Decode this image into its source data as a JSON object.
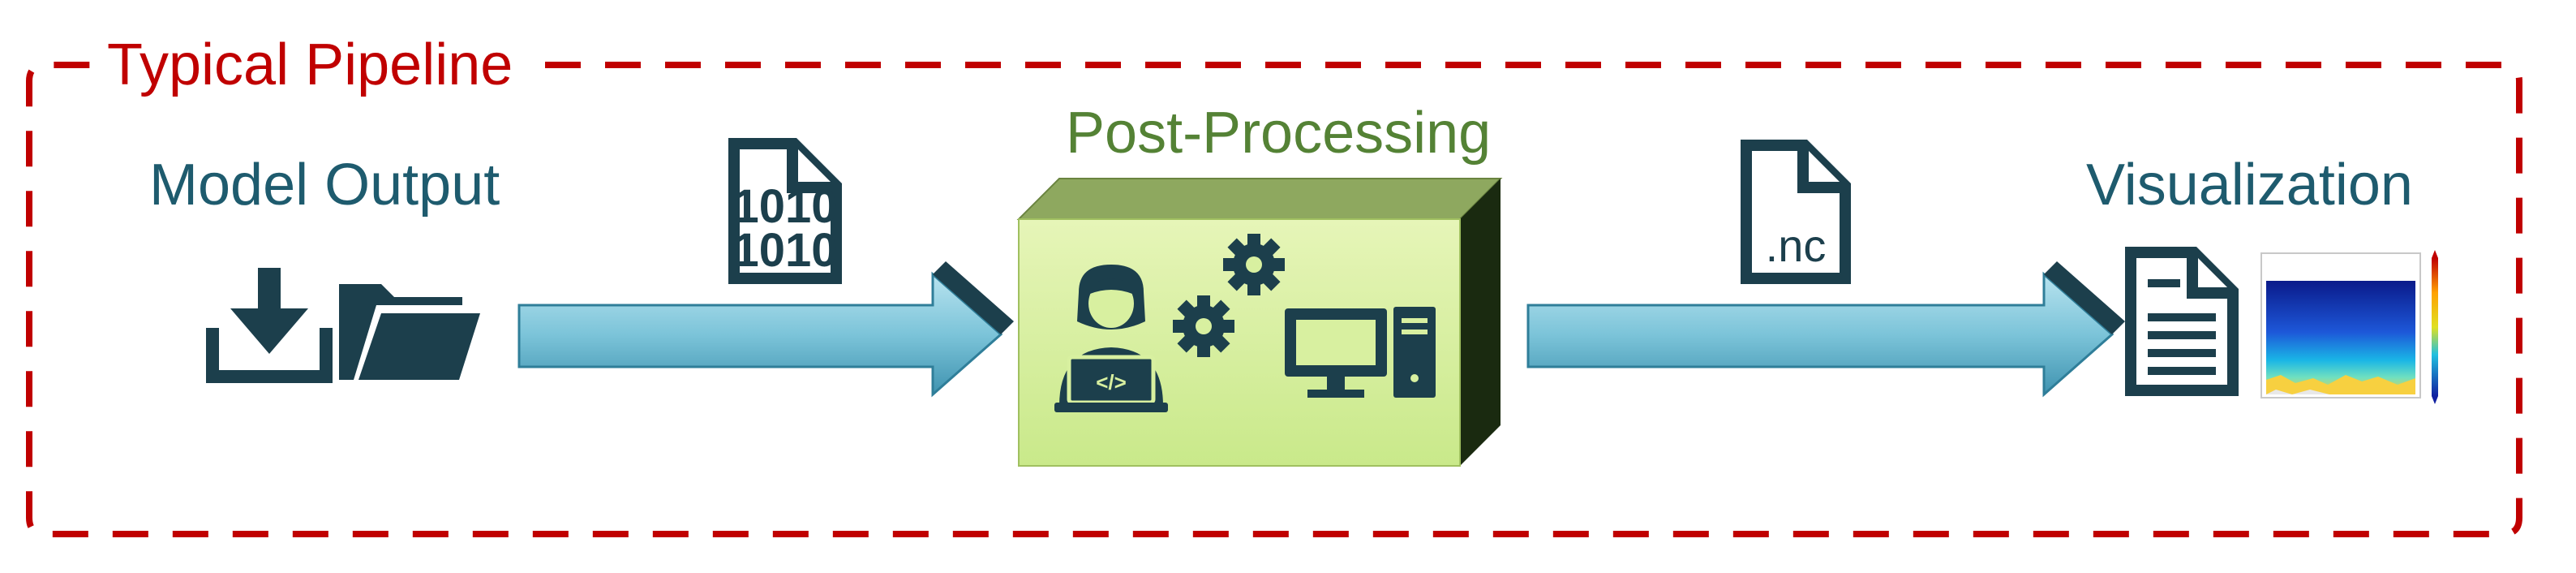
{
  "pipeline": {
    "title": "Typical Pipeline",
    "frame_color": "#c00000"
  },
  "stages": {
    "model_output": {
      "label": "Model Output",
      "icons": [
        "download-icon",
        "folder-icon"
      ]
    },
    "binary_file": {
      "glyph_line_1": "1010",
      "glyph_line_2": "1010",
      "icon": "binary-file-icon"
    },
    "post_processing": {
      "label": "Post-Processing",
      "icons": [
        "developer-icon",
        "gear-icon",
        "computer-icon"
      ]
    },
    "netcdf_file": {
      "extension": ".nc",
      "icon": "nc-file-icon"
    },
    "visualization": {
      "label": "Visualization",
      "icons": [
        "document-icon",
        "heatmap-plot-icon"
      ]
    }
  },
  "colors": {
    "label_teal": "#1e5b6e",
    "label_green": "#548235",
    "icon_dark": "#1c3f4c",
    "arrow_fill": "#7ec3d8",
    "box_front": "#d8f0a0",
    "box_top": "#8ea85f",
    "box_side": "#1a2a10"
  }
}
